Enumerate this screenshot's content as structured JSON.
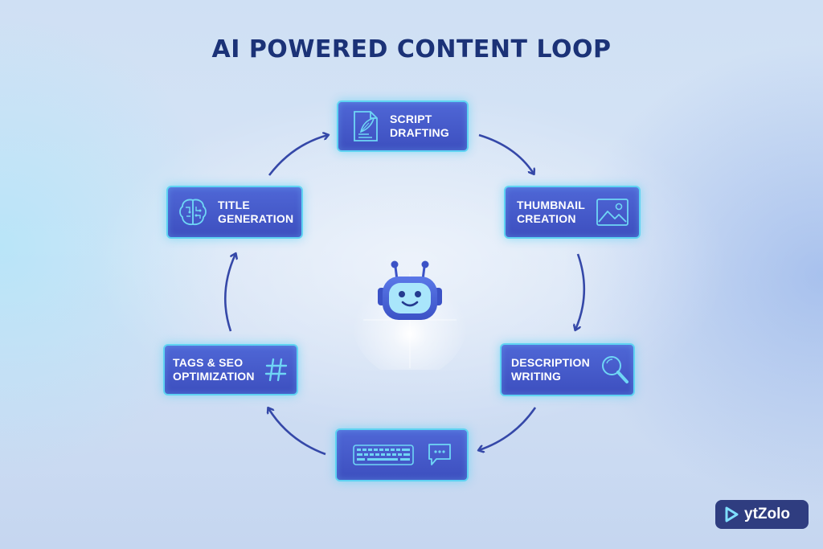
{
  "title": "AI POWERED CONTENT LOOP",
  "colors": {
    "title": "#1b3277",
    "node_fill": "#4558c9",
    "node_border": "#5fd3f2",
    "arrow": "#3548a8",
    "icon_stroke": "#6fd6f5",
    "robot": "#4a63d8",
    "brand_bg": "#2f3d80"
  },
  "nodes": [
    {
      "lines": [
        "SCRIPT",
        "DRAFTING"
      ],
      "icon": "document-quill-icon"
    },
    {
      "lines": [
        "THUMBNAIL",
        "CREATION"
      ],
      "icon": "image-icon"
    },
    {
      "lines": [
        "DESCRIPTION",
        "WRITING"
      ],
      "icon": "magnifier-icon"
    },
    {
      "lines": [],
      "icon": "keyboard-icon",
      "icon2": "chat-bubble-icon"
    },
    {
      "lines": [
        "TAGS & SEO",
        "OPTIMIZATION"
      ],
      "icon": "hashtag-icon"
    },
    {
      "lines": [
        "TITLE",
        "GENERATION"
      ],
      "icon": "brain-circuit-icon"
    }
  ],
  "center": {
    "icon": "robot-icon"
  },
  "brand": {
    "name": "ytZolo",
    "icon": "play-icon"
  }
}
